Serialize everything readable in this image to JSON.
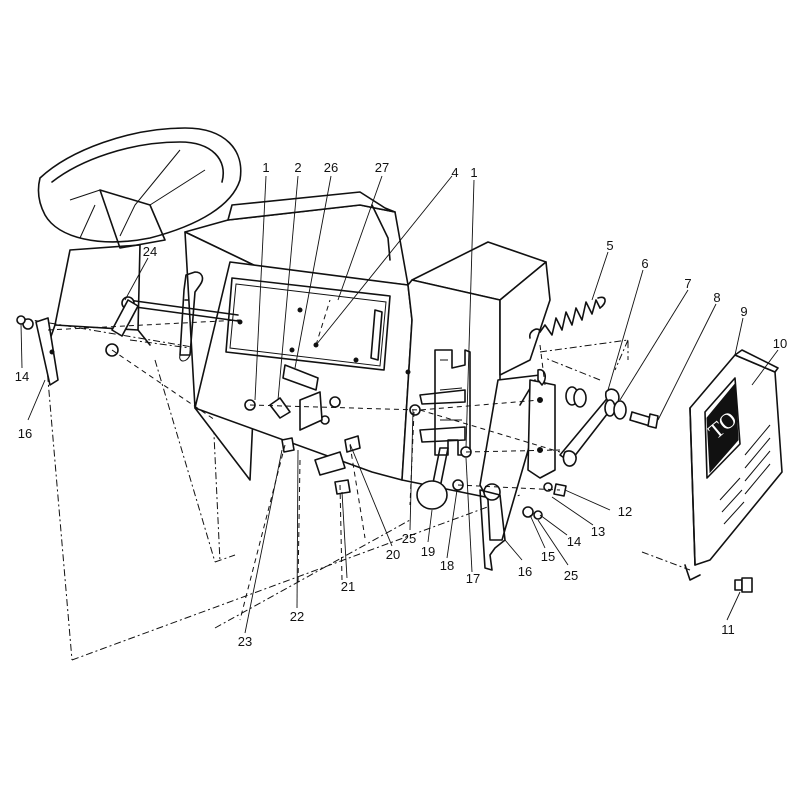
{
  "callouts": [
    {
      "id": "c1a",
      "label": "1"
    },
    {
      "id": "c2",
      "label": "2"
    },
    {
      "id": "c26",
      "label": "26"
    },
    {
      "id": "c27",
      "label": "27"
    },
    {
      "id": "c4",
      "label": "4"
    },
    {
      "id": "c1b",
      "label": "1"
    },
    {
      "id": "c5",
      "label": "5"
    },
    {
      "id": "c6",
      "label": "6"
    },
    {
      "id": "c7",
      "label": "7"
    },
    {
      "id": "c8",
      "label": "8"
    },
    {
      "id": "c9",
      "label": "9"
    },
    {
      "id": "c10",
      "label": "10"
    },
    {
      "id": "c24",
      "label": "24"
    },
    {
      "id": "c14a",
      "label": "14"
    },
    {
      "id": "c16a",
      "label": "16"
    },
    {
      "id": "c12",
      "label": "12"
    },
    {
      "id": "c13",
      "label": "13"
    },
    {
      "id": "c14b",
      "label": "14"
    },
    {
      "id": "c15",
      "label": "15"
    },
    {
      "id": "c25a",
      "label": "25"
    },
    {
      "id": "c16b",
      "label": "16"
    },
    {
      "id": "c25b",
      "label": "25"
    },
    {
      "id": "c17",
      "label": "17"
    },
    {
      "id": "c18",
      "label": "18"
    },
    {
      "id": "c19",
      "label": "19"
    },
    {
      "id": "c20",
      "label": "20"
    },
    {
      "id": "c21",
      "label": "21"
    },
    {
      "id": "c22",
      "label": "22"
    },
    {
      "id": "c23",
      "label": "23"
    },
    {
      "id": "c11",
      "label": "11"
    }
  ]
}
